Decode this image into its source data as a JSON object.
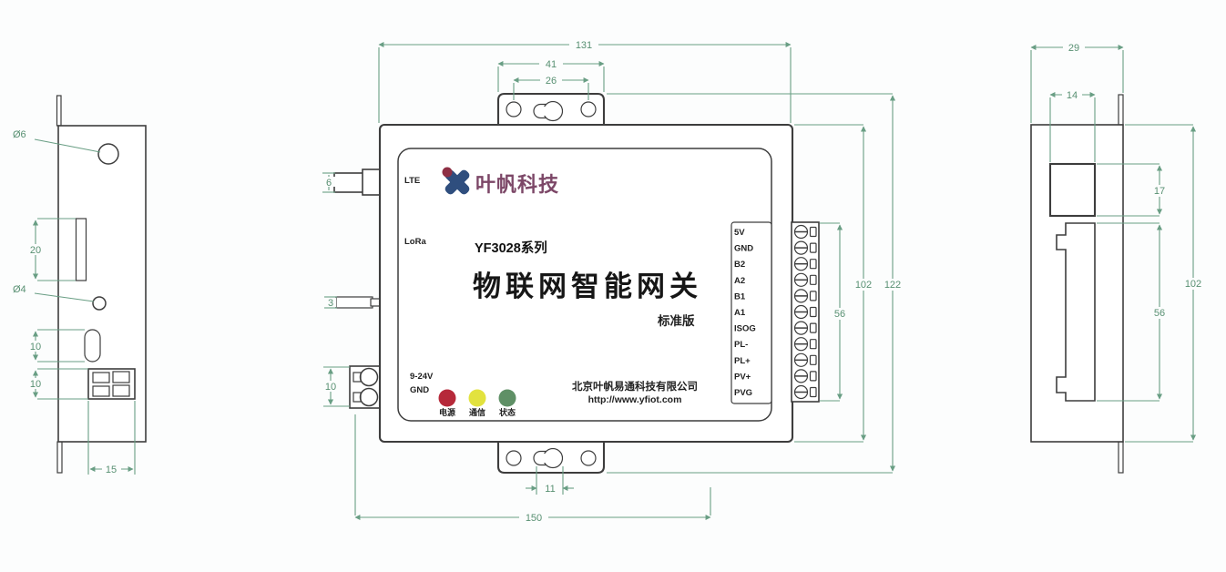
{
  "drawing": {
    "product": {
      "brand": "叶帆科技",
      "series": "YF3028系列",
      "name": "物联网智能网关",
      "edition": "标准版",
      "company": "北京叶帆易通科技有限公司",
      "website": "http://www.yfiot.com"
    },
    "ports": {
      "lte": "LTE",
      "lora": "LoRa",
      "power_voltage": "9-24V",
      "power_gnd": "GND"
    },
    "leds": [
      {
        "name": "power",
        "label": "电源",
        "color": "#b6293a"
      },
      {
        "name": "comm",
        "label": "通信",
        "color": "#e2e23e"
      },
      {
        "name": "status",
        "label": "状态",
        "color": "#5f9066"
      }
    ],
    "terminals": [
      "5V",
      "GND",
      "B2",
      "A2",
      "B1",
      "A1",
      "ISOG",
      "PL-",
      "PL+",
      "PV+",
      "PVG"
    ],
    "dims": {
      "front": {
        "overall_width": "131",
        "tab_width": "41",
        "tab_hole_span": "26",
        "antenna": "6",
        "lora_stub": "3",
        "power_conn": "10",
        "terminal_block": "56",
        "body_height": "102",
        "overall_height": "122",
        "keyhole": "11",
        "footprint_width": "150"
      },
      "left": {
        "hole_big": "Ø6",
        "din_slot": "20",
        "hole_small": "Ø4",
        "slot": "10",
        "power_conn": "10",
        "power_width": "15"
      },
      "right": {
        "depth": "29",
        "eth_width": "14",
        "eth_height": "17",
        "terminal_block": "56",
        "body_height": "102"
      }
    },
    "colors": {
      "object_line": "#3d3d3d",
      "dimension": "#699e84",
      "logo_blue": "#2f4e7e",
      "logo_red": "#8e2f44",
      "brand_text": "#7c4767"
    }
  }
}
